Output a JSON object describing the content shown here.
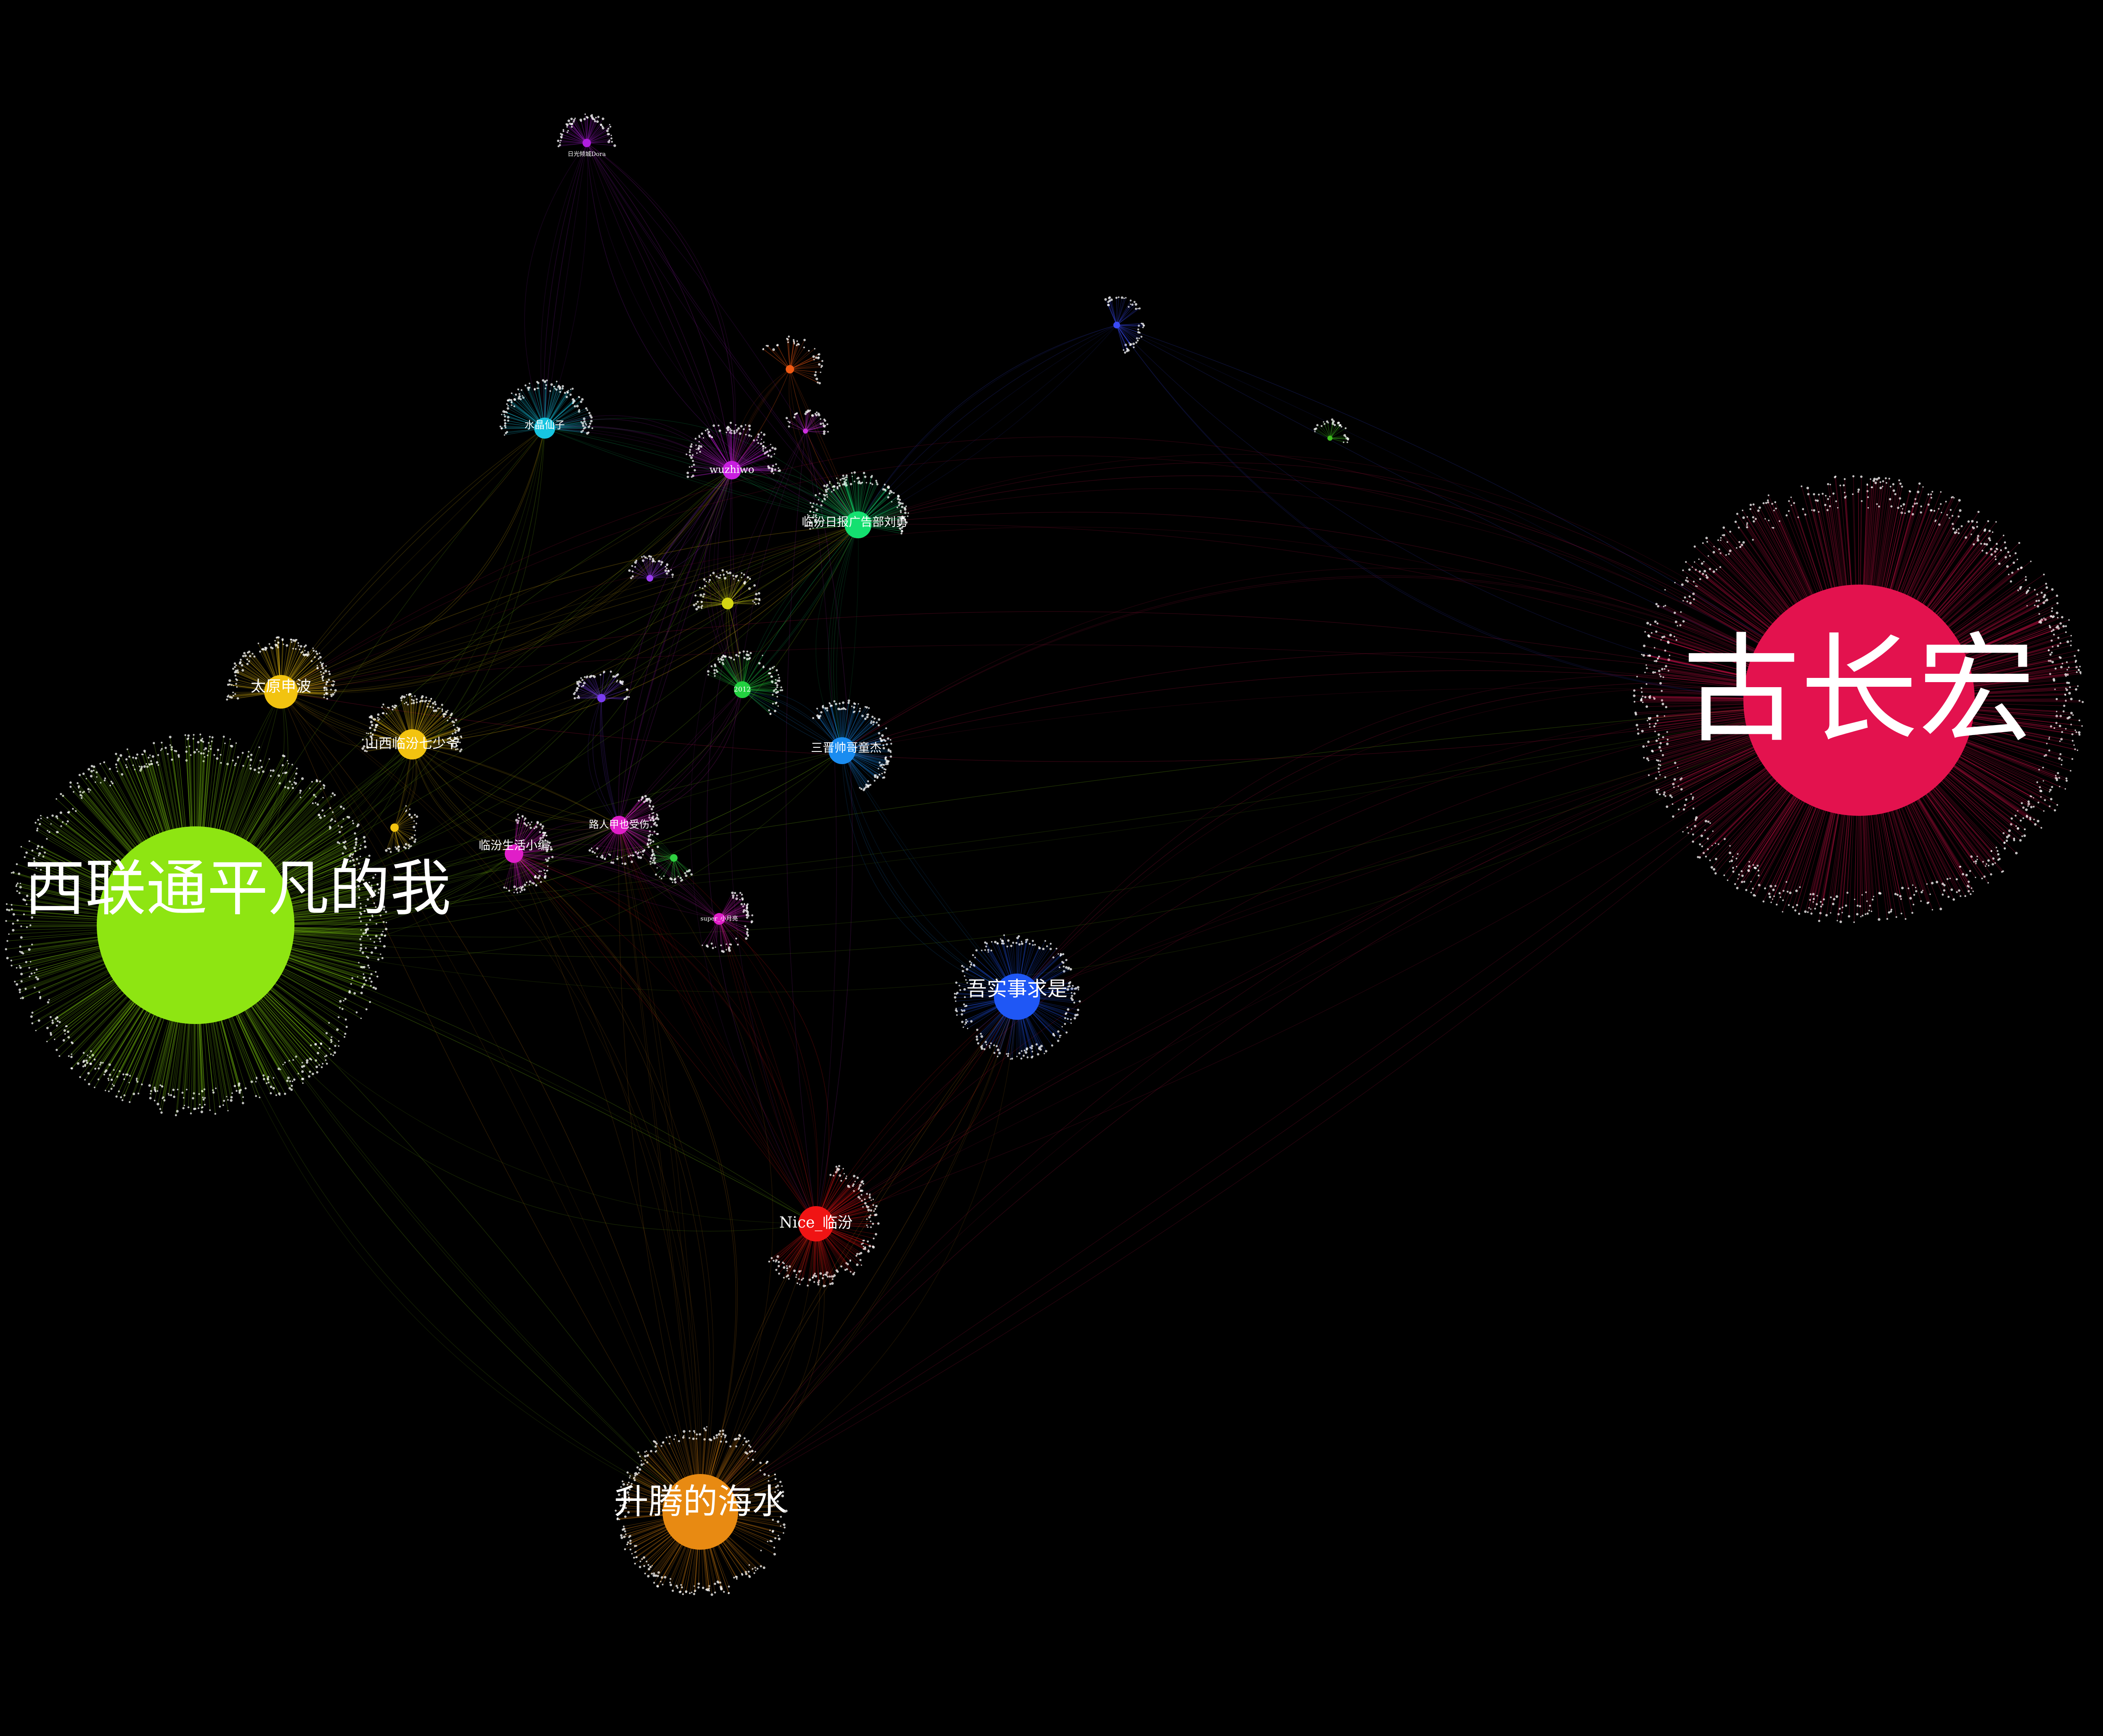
{
  "graph": {
    "background_color": "#000000",
    "label_color": "#ffffff",
    "nodes": [
      {
        "id": "gu",
        "label": "古长宏",
        "color": "#e3124e",
        "size": "xl",
        "hub": true
      },
      {
        "id": "xilian",
        "label": "西联通平凡的我",
        "color": "#8ee512",
        "size": "xl",
        "hub": true
      },
      {
        "id": "sheng",
        "label": "升腾的海水",
        "color": "#e88a12",
        "size": "l",
        "hub": true
      },
      {
        "id": "wushi",
        "label": "吾实事求是",
        "color": "#1f57f5",
        "size": "l",
        "hub": true
      },
      {
        "id": "nice",
        "label": "Nice_临汾",
        "color": "#f01414",
        "size": "m",
        "hub": true
      },
      {
        "id": "taiyuan",
        "label": "太原申波",
        "color": "#f2c310",
        "size": "m",
        "hub": true
      },
      {
        "id": "shaoye",
        "label": "山西临汾七少爷",
        "color": "#f2c310",
        "size": "m",
        "hub": true
      },
      {
        "id": "sanjin",
        "label": "三晋帅哥童杰",
        "color": "#1a8cf0",
        "size": "m",
        "hub": true
      },
      {
        "id": "ribao",
        "label": "临汾日报广告部刘勇",
        "color": "#14e070",
        "size": "m",
        "hub": true
      },
      {
        "id": "shui",
        "label": "水晶仙子",
        "color": "#17c4e0",
        "size": "m",
        "hub": true
      },
      {
        "id": "wuzhiwo",
        "label": "wuzhiwo",
        "color": "#c81ee0",
        "size": "m",
        "hub": true
      },
      {
        "id": "luren",
        "label": "路人甲也受伤",
        "color": "#e01ec8",
        "size": "m",
        "hub": true
      },
      {
        "id": "shenghuo",
        "label": "临汾生活小编",
        "color": "#e01ec8",
        "size": "m",
        "hub": true
      },
      {
        "id": "s2012",
        "label": "2012",
        "color": "#22d040",
        "size": "s",
        "hub": true
      },
      {
        "id": "super",
        "label": "super_小月亮",
        "color": "#e01ec8",
        "size": "s",
        "hub": true
      },
      {
        "id": "top",
        "label": "日光倾城Dora",
        "color": "#b01ee0",
        "size": "s",
        "hub": true
      },
      {
        "id": "y1",
        "label": "",
        "color": "#d6d614",
        "size": "s",
        "hub": true
      },
      {
        "id": "p1",
        "label": "",
        "color": "#7a3cf0",
        "size": "s",
        "hub": true
      },
      {
        "id": "o1",
        "label": "",
        "color": "#f05a14",
        "size": "s",
        "hub": false
      },
      {
        "id": "b1",
        "label": "",
        "color": "#3a4af5",
        "size": "s",
        "hub": false
      },
      {
        "id": "g1",
        "label": "",
        "color": "#40c020",
        "size": "s",
        "hub": false
      },
      {
        "id": "g2",
        "label": "",
        "color": "#30d040",
        "size": "s",
        "hub": false
      },
      {
        "id": "p2",
        "label": "",
        "color": "#9b3cf0",
        "size": "s",
        "hub": false
      },
      {
        "id": "y2",
        "label": "",
        "color": "#f2c310",
        "size": "s",
        "hub": false
      },
      {
        "id": "m1",
        "label": "",
        "color": "#d030e0",
        "size": "s",
        "hub": false
      }
    ],
    "edges": [
      [
        "xilian",
        "taiyuan"
      ],
      [
        "xilian",
        "shaoye"
      ],
      [
        "xilian",
        "shenghuo"
      ],
      [
        "xilian",
        "luren"
      ],
      [
        "xilian",
        "sheng"
      ],
      [
        "xilian",
        "nice"
      ],
      [
        "xilian",
        "ribao"
      ],
      [
        "xilian",
        "sanjin"
      ],
      [
        "xilian",
        "wuzhiwo"
      ],
      [
        "xilian",
        "gu"
      ],
      [
        "xilian",
        "shui"
      ],
      [
        "gu",
        "sheng"
      ],
      [
        "gu",
        "nice"
      ],
      [
        "gu",
        "ribao"
      ],
      [
        "gu",
        "sanjin"
      ],
      [
        "gu",
        "taiyuan"
      ],
      [
        "gu",
        "wushi"
      ],
      [
        "sheng",
        "nice"
      ],
      [
        "sheng",
        "wushi"
      ],
      [
        "sheng",
        "shenghuo"
      ],
      [
        "sheng",
        "taiyuan"
      ],
      [
        "sheng",
        "luren"
      ],
      [
        "nice",
        "wushi"
      ],
      [
        "nice",
        "luren"
      ],
      [
        "nice",
        "shenghuo"
      ],
      [
        "nice",
        "super"
      ],
      [
        "taiyuan",
        "shaoye"
      ],
      [
        "taiyuan",
        "ribao"
      ],
      [
        "taiyuan",
        "shui"
      ],
      [
        "taiyuan",
        "wuzhiwo"
      ],
      [
        "shaoye",
        "shenghuo"
      ],
      [
        "shaoye",
        "luren"
      ],
      [
        "shaoye",
        "ribao"
      ],
      [
        "ribao",
        "wuzhiwo"
      ],
      [
        "ribao",
        "s2012"
      ],
      [
        "ribao",
        "sanjin"
      ],
      [
        "ribao",
        "shui"
      ],
      [
        "wuzhiwo",
        "shui"
      ],
      [
        "wuzhiwo",
        "luren"
      ],
      [
        "wuzhiwo",
        "top"
      ],
      [
        "wuzhiwo",
        "s2012"
      ],
      [
        "luren",
        "shenghuo"
      ],
      [
        "luren",
        "super"
      ],
      [
        "luren",
        "s2012"
      ],
      [
        "sanjin",
        "wushi"
      ],
      [
        "sanjin",
        "s2012"
      ],
      [
        "super",
        "shenghuo"
      ],
      [
        "top",
        "shui"
      ],
      [
        "top",
        "ribao"
      ],
      [
        "o1",
        "wuzhiwo"
      ],
      [
        "o1",
        "ribao"
      ],
      [
        "b1",
        "ribao"
      ],
      [
        "b1",
        "gu"
      ],
      [
        "y1",
        "s2012"
      ],
      [
        "p1",
        "luren"
      ],
      [
        "g2",
        "luren"
      ],
      [
        "p2",
        "wuzhiwo"
      ],
      [
        "y2",
        "shaoye"
      ],
      [
        "m1",
        "nice"
      ]
    ]
  }
}
